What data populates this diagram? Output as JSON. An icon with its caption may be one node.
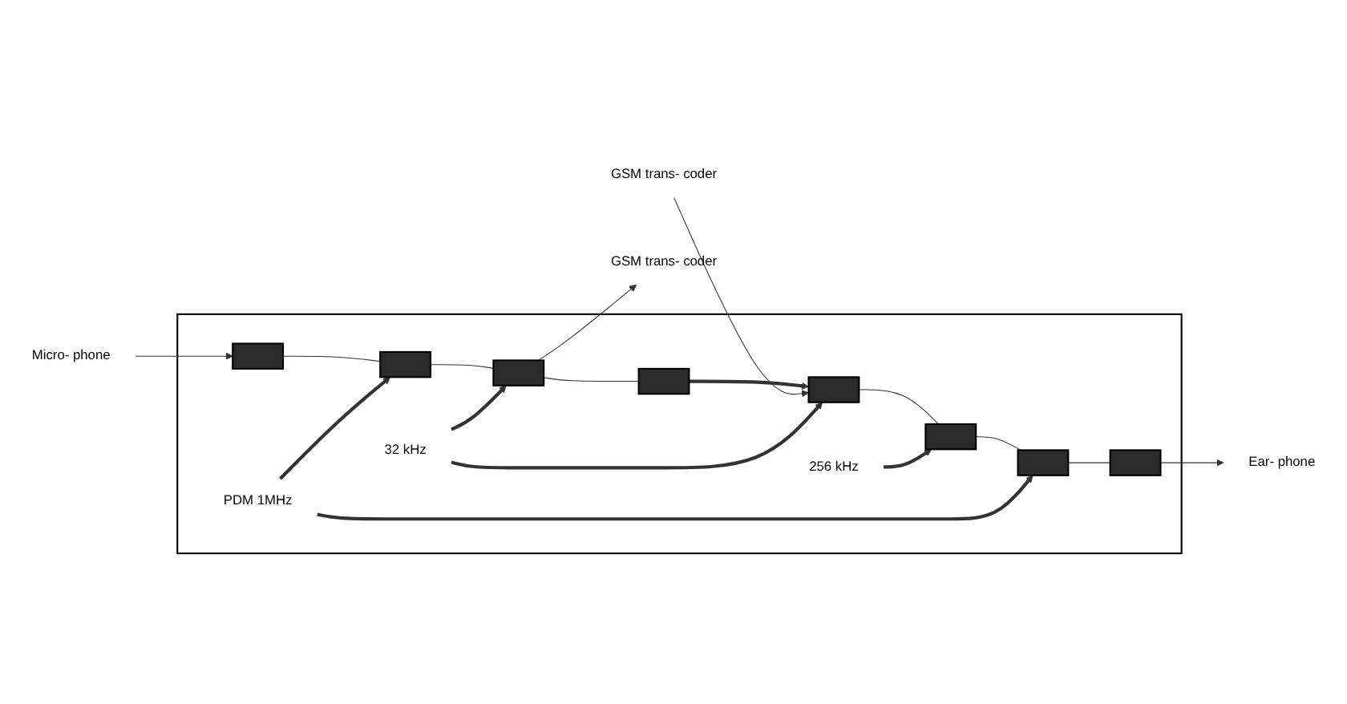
{
  "diagram": {
    "nodes": [
      {
        "text": [],
        "shape": "box"
      },
      {
        "text": [
          "Micro- phone"
        ]
      },
      {
        "text": [],
        "shape": "box",
        "in": 0
      },
      {
        "text": [],
        "shape": "box",
        "in": 0
      },
      {
        "text": [],
        "shape": "box",
        "in": 0
      },
      {
        "text": [],
        "shape": "box",
        "in": 0
      },
      {
        "text": [],
        "shape": "box",
        "in": 0
      },
      {
        "text": [],
        "shape": "box",
        "in": 0
      },
      {
        "text": [],
        "shape": "box",
        "in": 0
      },
      {
        "text": [],
        "shape": "box",
        "in": 0
      },
      {
        "text": [
          "GSM trans- coder"
        ]
      },
      {
        "text": [
          "GSM trans- coder"
        ]
      },
      {
        "text": [
          "Ear- phone"
        ]
      },
      {
        "text": [
          "PDM 1MHz"
        ],
        "in": 0
      },
      {
        "text": [
          "256 kHz"
        ],
        "in": 0
      },
      {
        "text": [
          "32 kHz"
        ],
        "in": 0
      }
    ],
    "edges": [
      {
        "from": 1,
        "to": 2,
        "arrow": "to"
      },
      {
        "from": 2,
        "to": 3,
        "arrow": "none"
      },
      {
        "from": 3,
        "to": 4,
        "arrow": "none"
      },
      {
        "from": 4,
        "to": 10,
        "arrow": "to"
      },
      {
        "from": 4,
        "to": 5,
        "arrow": "none"
      },
      {
        "from": 5,
        "to": 9,
        "arrow": "to",
        "style": "thick"
      },
      {
        "from": 11,
        "to": 9,
        "arrow": "to"
      },
      {
        "from": 9,
        "to": 8,
        "arrow": "none"
      },
      {
        "from": 8,
        "to": 7,
        "arrow": "none"
      },
      {
        "from": 7,
        "to": 6,
        "arrow": "none"
      },
      {
        "from": 6,
        "to": 12,
        "arrow": "to"
      },
      {
        "from": 13,
        "to": 3,
        "arrow": "to",
        "style": "thick"
      },
      {
        "from": 13,
        "to": 7,
        "arrow": "to",
        "style": "thick"
      },
      {
        "from": 14,
        "to": 8,
        "arrow": "to",
        "style": "thick"
      },
      {
        "from": 15,
        "to": 4,
        "arrow": "to",
        "style": "thick"
      },
      {
        "from": 15,
        "to": 9,
        "arrow": "to",
        "style": "thick"
      }
    ]
  }
}
